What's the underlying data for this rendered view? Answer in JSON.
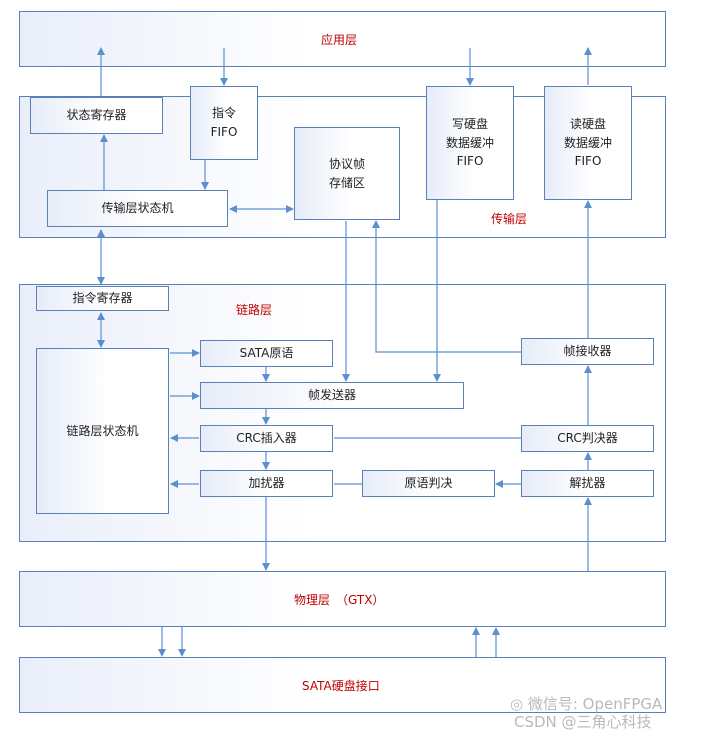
{
  "colors": {
    "line": "#5b8fd0",
    "border": "#5b7fb8",
    "layer_label": "#c00000",
    "watermark": "#b9b9b9"
  },
  "layers": {
    "app": "应用层",
    "transport": "传输层",
    "link": "链路层",
    "physical": "物理层　（GTX）",
    "sata": "SATA硬盘接口"
  },
  "transport": {
    "status_reg": "状态寄存器",
    "cmd_fifo": "指令\nFIFO",
    "frame_store": "协议帧\n存储区",
    "write_fifo": "写硬盘\n数据缓冲\nFIFO",
    "read_fifo": "读硬盘\n数据缓冲\nFIFO",
    "fsm": "传输层状态机"
  },
  "link": {
    "cmd_reg": "指令寄存器",
    "fsm": "链路层状态机",
    "sata_prim": "SATA原语",
    "frame_tx": "帧发送器",
    "crc_insert": "CRC插入器",
    "scrambler": "加扰器",
    "prim_judge": "原语判决",
    "frame_rx": "帧接收器",
    "crc_judge": "CRC判决器",
    "descrambler": "解扰器"
  },
  "watermark": {
    "line1": "微信号: OpenFPGA",
    "line2": "CSDN @三角心科技"
  }
}
